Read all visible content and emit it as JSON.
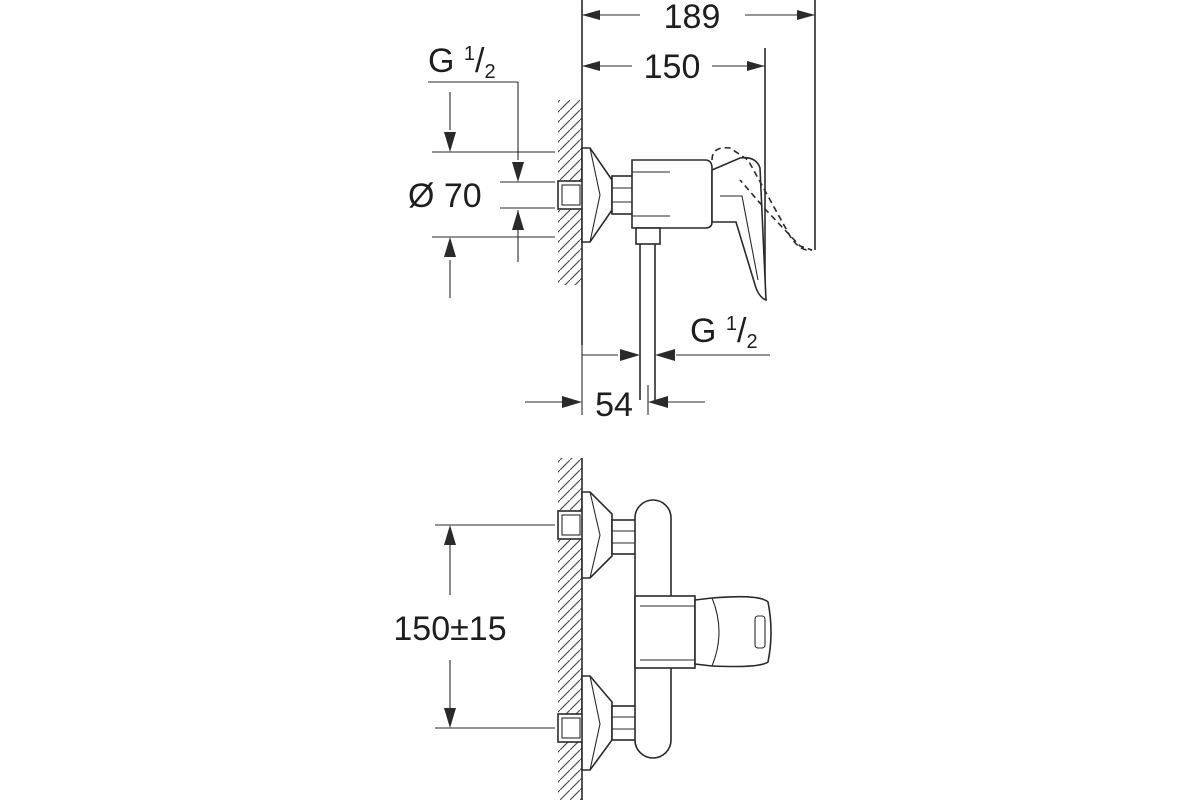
{
  "top_view": {
    "dim_overall_width": "189",
    "dim_body_width": "150",
    "inlet_thread_main": "G ",
    "inlet_thread_num": "1",
    "inlet_thread_slash": "/",
    "inlet_thread_den": "2",
    "wall_plate_diameter": "Ø 70",
    "outlet_thread_main": "G ",
    "outlet_thread_num": "1",
    "outlet_thread_slash": "/",
    "outlet_thread_den": "2",
    "outlet_offset": "54"
  },
  "front_view": {
    "inlet_spacing": "150±15"
  }
}
